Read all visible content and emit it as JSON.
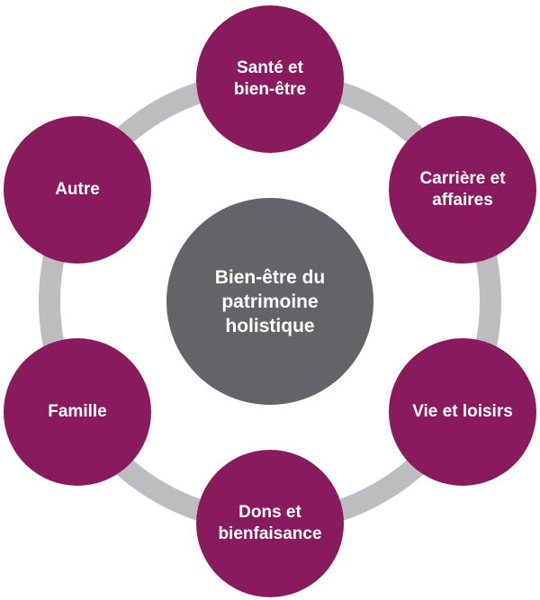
{
  "diagram": {
    "title": "Bien-être du patrimoine holistique wheel",
    "center": {
      "label": "Bien-être du\npatrimoine\nholistique"
    },
    "nodes": [
      {
        "id": "sante-et-bien-etre",
        "position": "top",
        "label": "Santé et\nbien-être"
      },
      {
        "id": "carriere-et-affaires",
        "position": "upper-right",
        "label": "Carrière et\naffaires"
      },
      {
        "id": "vie-et-loisirs",
        "position": "lower-right",
        "label": "Vie et loisirs"
      },
      {
        "id": "dons-et-bienfaisance",
        "position": "bottom",
        "label": "Dons et\nbienfaisance"
      },
      {
        "id": "famille",
        "position": "lower-left",
        "label": "Famille"
      },
      {
        "id": "autre",
        "position": "upper-left",
        "label": "Autre"
      }
    ],
    "colors": {
      "node": "#8A1A5E",
      "center": "#626467",
      "ring": "#BCBDBF",
      "text": "#FFFFFF"
    }
  }
}
